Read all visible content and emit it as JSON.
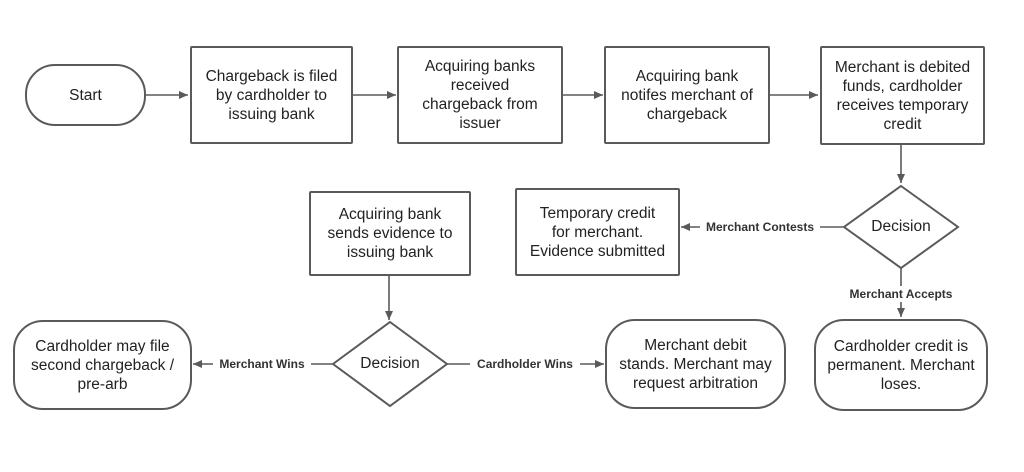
{
  "colors": {
    "stroke": "#5a5a5a",
    "text": "#222222",
    "background": "#ffffff"
  },
  "nodes": {
    "start": "Start",
    "filed": "Chargeback is filed\nby cardholder to\nissuing bank",
    "received": "Acquiring banks\nreceived\nchargeback from\nissuer",
    "notifies": "Acquiring bank\nnotifes merchant of\nchargeback",
    "debited": "Merchant is debited\nfunds, cardholder\nreceives temporary\ncredit",
    "decision1": "Decision",
    "temp_credit": "Temporary credit\nfor merchant.\nEvidence submitted",
    "sends_evidence": "Acquiring bank\nsends evidence to\nissuing bank",
    "decision2": "Decision",
    "permanent": "Cardholder credit is\npermanent. Merchant\nloses.",
    "merchant_debit": "Merchant debit\nstands. Merchant may\nrequest arbitration",
    "second_chargeback": "Cardholder may file\nsecond chargeback /\npre-arb"
  },
  "edge_labels": {
    "merchant_contests": "Merchant Contests",
    "merchant_accepts": "Merchant Accepts",
    "merchant_wins": "Merchant Wins",
    "cardholder_wins": "Cardholder Wins"
  }
}
